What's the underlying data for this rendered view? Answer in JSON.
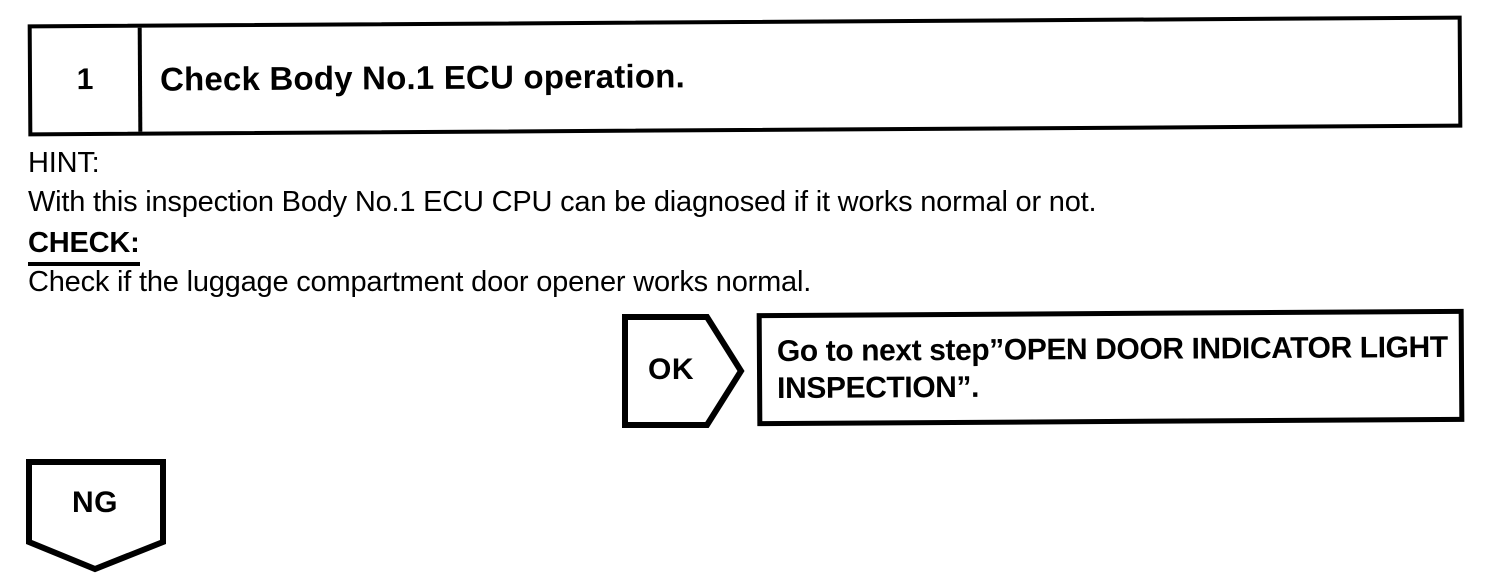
{
  "page": {
    "paper_color": "#ffffff",
    "ink_color": "#000000"
  },
  "step_header": {
    "number": "1",
    "title": "Check Body No.1 ECU operation."
  },
  "hint": {
    "label": "HINT:",
    "text": "With this inspection Body No.1 ECU CPU can be diagnosed if it works normal or not."
  },
  "check": {
    "label": "CHECK:",
    "text": "Check if the luggage compartment door opener works normal."
  },
  "ok_branch": {
    "label": "OK",
    "action_lines": [
      "Go to next step”OPEN DOOR INDICATOR LIGHT",
      "INSPECTION”."
    ]
  },
  "ng_branch": {
    "label": "NG"
  }
}
